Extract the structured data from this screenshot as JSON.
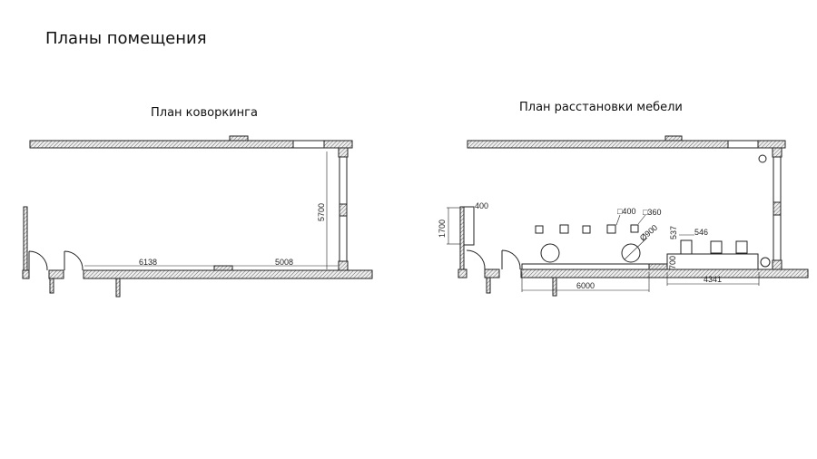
{
  "slide": {
    "title": "Планы помещения"
  },
  "plan_left": {
    "title": "План коворкинга",
    "dims": {
      "length_a": "6138",
      "length_b": "5008",
      "width": "5700"
    }
  },
  "plan_right": {
    "title": "План расстановки мебели",
    "dims": {
      "shelf_width": "400",
      "shelf_length": "1700",
      "stool_a": "□400",
      "stool_b": "□360",
      "table_diameter": "Ø900",
      "chair_depth": "537",
      "chair_width": "546",
      "desk_depth": "700",
      "bench_length": "6000",
      "desk_length": "4341"
    }
  }
}
